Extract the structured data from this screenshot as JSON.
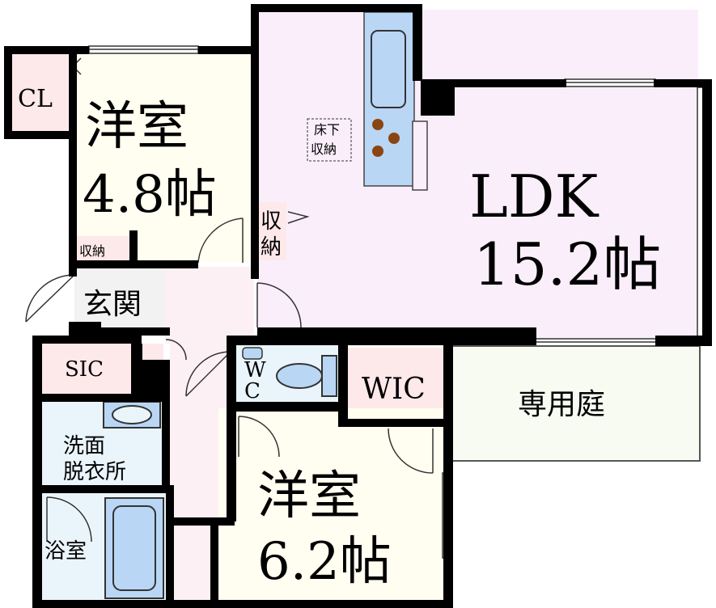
{
  "rooms": {
    "western_room_1": {
      "name": "洋室",
      "size": "4.8帖"
    },
    "ldk": {
      "name": "LDK",
      "size": "15.2帖"
    },
    "western_room_2": {
      "name": "洋室",
      "size": "6.2帖"
    },
    "closet": "CL",
    "storage_1": "収納",
    "storage_2_line1": "収",
    "storage_2_line2": "納",
    "underfloor_line1": "床下",
    "underfloor_line2": "収納",
    "entrance": "玄関",
    "sic": "SIC",
    "toilet_line1": "W",
    "toilet_line2": "C",
    "wic": "WIC",
    "private_garden": "専用庭",
    "washroom_line1": "洗面",
    "washroom_line2": "脱衣所",
    "bathroom": "浴室"
  },
  "colors": {
    "wall": "#000000",
    "western": "#fffef0",
    "ldk": "#fbeefb",
    "storage": "#fde8ea",
    "kitchen": "#b9d6f5",
    "corridor": "#fdf0f4",
    "wet": "#eaf5fb",
    "garden": "#f7fbf2",
    "stove": "#8b4513"
  }
}
